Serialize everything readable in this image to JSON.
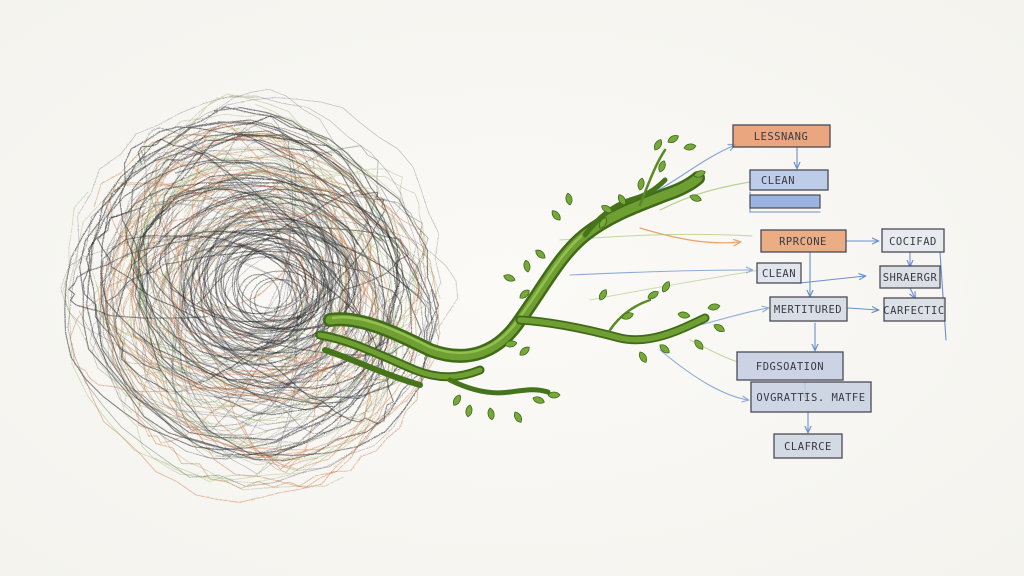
{
  "diagram": {
    "nodes": [
      {
        "id": "n1",
        "label": "LESSNANG",
        "fill": "#e8986a"
      },
      {
        "id": "n2",
        "label": "CLEAN",
        "fill": "#b3c6e6"
      },
      {
        "id": "n3",
        "label": "",
        "fill": "#8aa7dc"
      },
      {
        "id": "n4",
        "label": "RPRCONE",
        "fill": "#e8a070"
      },
      {
        "id": "n5",
        "label": "CLEAN",
        "fill": "#dde3ec"
      },
      {
        "id": "n6",
        "label": "MERTITURED",
        "fill": "#d3d9e3"
      },
      {
        "id": "n7",
        "label": "COCIFAD",
        "fill": "#e4e8ef"
      },
      {
        "id": "n8",
        "label": "SHRAERGR",
        "fill": "#d6dbe3"
      },
      {
        "id": "n9",
        "label": "CARFECTIC",
        "fill": "#d7dce5"
      },
      {
        "id": "n10",
        "label": "FDGSOATION",
        "fill": "#c3cde0"
      },
      {
        "id": "n11",
        "label": "OVGRATTIS. MATFE",
        "fill": "#c7d0e2"
      },
      {
        "id": "n12",
        "label": "CLAFRCE",
        "fill": "#cdd5e2"
      }
    ]
  },
  "colors": {
    "scribble_dark": "#2a2a2e",
    "scribble_orange": "#c9703f",
    "scribble_green": "#7d9a4a",
    "branch": "#5d8a28",
    "leaf": "#76a83a",
    "arrow_blue": "#6b8fd0",
    "arrow_orange": "#e89558",
    "arrow_green": "#a7c97a"
  }
}
